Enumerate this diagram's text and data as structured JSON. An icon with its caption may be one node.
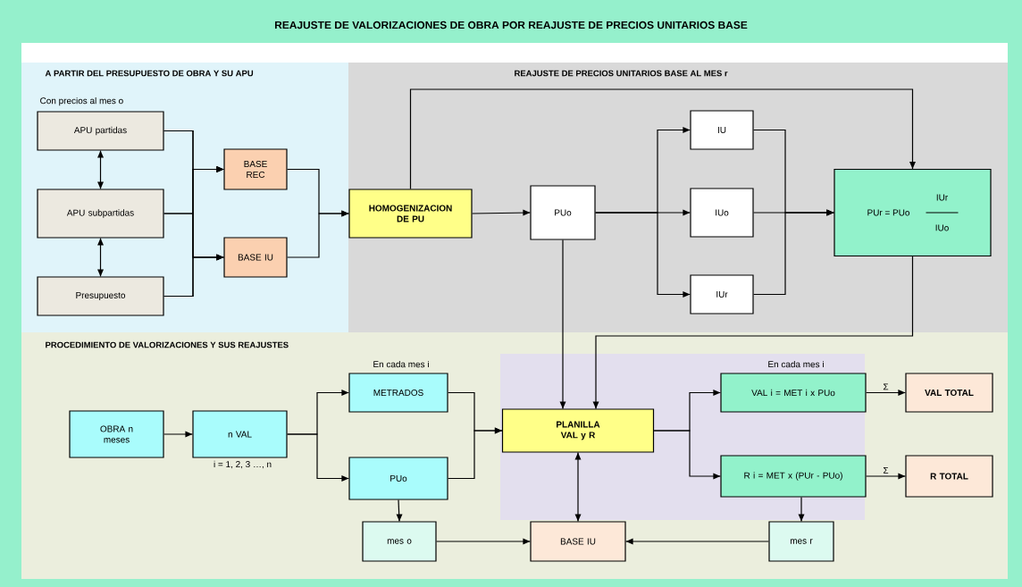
{
  "diagram": {
    "title": "REAJUSTE DE VALORIZACIONES DE OBRA POR REAJUSTE DE PRECIOS UNITARIOS BASE",
    "nodes": [
      {
        "text": [
          "A PARTIR DEL PRESUPUESTO DE OBRA Y SU APU"
        ]
      },
      {
        "text": [
          "REAJUSTE DE PRECIOS UNITARIOS BASE AL MES r"
        ]
      },
      {
        "text": [
          "PROCEDIMIENTO DE VALORIZACIONES Y SUS REAJUSTES"
        ]
      },
      {
        "text": [],
        "shape": "box",
        "in": 2
      },
      {
        "text": [
          "APU partidas"
        ],
        "beside": [
          "Con precios al mes o"
        ],
        "in": 0
      },
      {
        "text": [
          "APU subpartidas"
        ],
        "in": 0
      },
      {
        "text": [
          "Presupuesto"
        ],
        "in": 0
      },
      {
        "text": [
          "BASE REC"
        ],
        "in": 0
      },
      {
        "text": [
          "BASE IU"
        ],
        "in": 0
      },
      {
        "text": [
          "HOMOGENIZACION DE PU"
        ],
        "in": 1
      },
      {
        "text": [
          "PUo"
        ],
        "in": 1
      },
      {
        "text": [
          "IU"
        ],
        "in": 1
      },
      {
        "text": [
          "IUo"
        ],
        "in": 1
      },
      {
        "text": [
          "IUr"
        ],
        "in": 1
      },
      {
        "text": [
          "PUr = PUo",
          "IUr",
          "IUo"
        ],
        "in": 1
      },
      {
        "text": [
          "OBRA n meses"
        ],
        "in": 2
      },
      {
        "text": [
          "n VAL"
        ],
        "beside": [
          "i = 1, 2, 3 …, n"
        ],
        "in": 2
      },
      {
        "text": [
          "METRADOS"
        ],
        "beside": [
          "En cada mes i"
        ],
        "in": 2
      },
      {
        "text": [
          "PUo"
        ],
        "in": 2
      },
      {
        "text": [
          "PLANILLA VAL y R"
        ],
        "in": 3
      },
      {
        "text": [
          "VAL i = MET i x PUo"
        ],
        "beside": [
          "En cada mes i"
        ],
        "in": 3
      },
      {
        "text": [
          "R i = MET x (PUr - PUo)"
        ],
        "in": 3
      },
      {
        "text": [
          "VAL TOTAL"
        ],
        "in": 2
      },
      {
        "text": [
          "R TOTAL"
        ],
        "in": 2
      },
      {
        "text": [
          "mes o"
        ],
        "in": 2
      },
      {
        "text": [
          "BASE IU"
        ],
        "in": 2
      },
      {
        "text": [
          "mes r"
        ],
        "in": 2
      }
    ],
    "edges": [
      {
        "from": 4,
        "to": 5,
        "arrow": "both"
      },
      {
        "from": 5,
        "to": 6,
        "arrow": "both"
      },
      {
        "from": 4,
        "to": 7,
        "arrow": "to"
      },
      {
        "from": 5,
        "to": 7,
        "arrow": "to"
      },
      {
        "from": 6,
        "to": 7,
        "arrow": "to"
      },
      {
        "from": 4,
        "to": 8,
        "arrow": "to"
      },
      {
        "from": 5,
        "to": 8,
        "arrow": "to"
      },
      {
        "from": 6,
        "to": 8,
        "arrow": "to"
      },
      {
        "from": 7,
        "to": 9,
        "arrow": "to"
      },
      {
        "from": 8,
        "to": 9,
        "arrow": "to"
      },
      {
        "from": 9,
        "to": 10,
        "arrow": "to"
      },
      {
        "from": 9,
        "to": 14,
        "arrow": "to"
      },
      {
        "from": 10,
        "to": 11,
        "arrow": "to"
      },
      {
        "from": 10,
        "to": 12,
        "arrow": "to"
      },
      {
        "from": 10,
        "to": 13,
        "arrow": "to"
      },
      {
        "from": 11,
        "to": 14,
        "arrow": "to"
      },
      {
        "from": 12,
        "to": 14,
        "arrow": "to"
      },
      {
        "from": 13,
        "to": 14,
        "arrow": "to"
      },
      {
        "from": 14,
        "to": 19,
        "arrow": "to"
      },
      {
        "from": 10,
        "to": 19,
        "arrow": "to"
      },
      {
        "from": 15,
        "to": 16,
        "arrow": "to"
      },
      {
        "from": 16,
        "to": 17,
        "arrow": "to"
      },
      {
        "from": 16,
        "to": 18,
        "arrow": "to"
      },
      {
        "from": 17,
        "to": 19,
        "arrow": "to"
      },
      {
        "from": 18,
        "to": 19,
        "arrow": "to"
      },
      {
        "from": 19,
        "to": 20,
        "arrow": "to"
      },
      {
        "from": 19,
        "to": 21,
        "arrow": "to"
      },
      {
        "from": 20,
        "to": 22,
        "arrow": "to",
        "label": "Σ"
      },
      {
        "from": 21,
        "to": 23,
        "arrow": "to",
        "label": "Σ"
      },
      {
        "from": 18,
        "to": 24,
        "arrow": "to"
      },
      {
        "from": 21,
        "to": 26,
        "arrow": "to"
      },
      {
        "from": 19,
        "to": 25,
        "arrow": "both"
      },
      {
        "from": 24,
        "to": 25,
        "arrow": "to"
      },
      {
        "from": 26,
        "to": 25,
        "arrow": "to"
      }
    ]
  }
}
